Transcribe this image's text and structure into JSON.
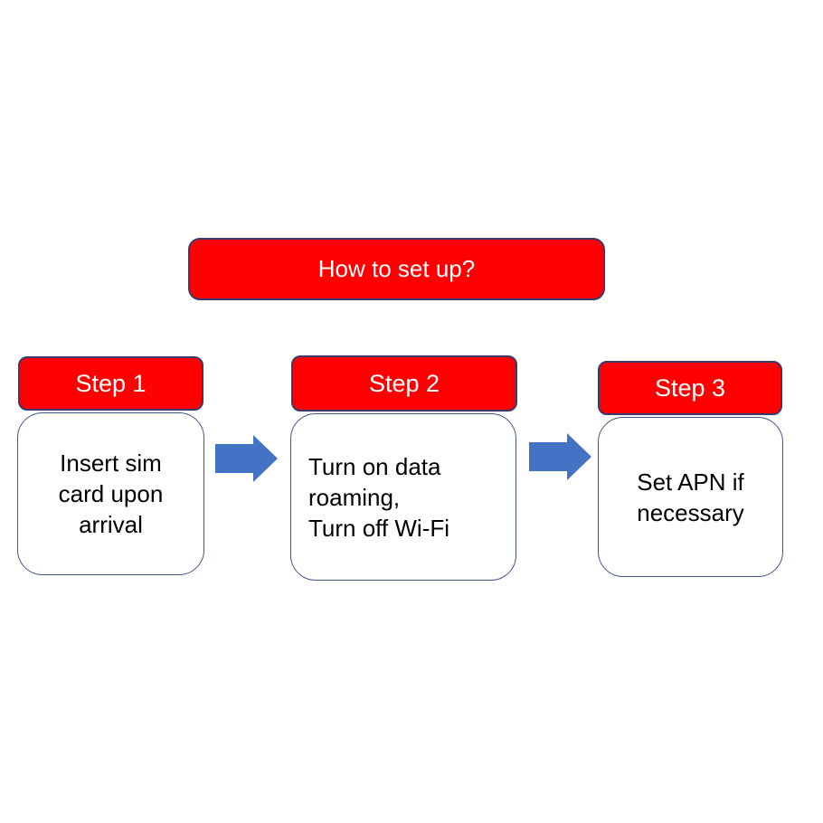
{
  "colors": {
    "page_bg": "#ffffff",
    "box_fill": "#fe0000",
    "box_border": "#3a3a6e",
    "panel_fill": "#ffffff",
    "panel_border": "#41568c",
    "arrow_fill": "#4472c4",
    "title_text": "#ffffff",
    "body_text": "#000000"
  },
  "title": {
    "label": "How to set up?"
  },
  "steps": [
    {
      "label": "Step 1",
      "description": "Insert sim\ncard upon\narrival"
    },
    {
      "label": "Step 2",
      "description": "Turn on data\nroaming,\nTurn off Wi-Fi"
    },
    {
      "label": "Step 3",
      "description": "Set APN if\nnecessary"
    }
  ],
  "arrows": [
    {
      "name": "arrow-step1-to-step2",
      "direction": "right"
    },
    {
      "name": "arrow-step2-to-step3",
      "direction": "right"
    }
  ]
}
